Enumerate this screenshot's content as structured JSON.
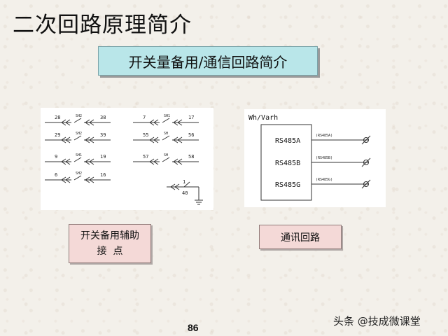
{
  "page": {
    "title": "二次回路原理简介",
    "subtitle": "开关量备用/通信回路简介",
    "page_number": "86",
    "watermark": "头条 @技成微课堂"
  },
  "left_diagram": {
    "contacts": [
      {
        "left": "28",
        "tag": "SH2",
        "right": "38"
      },
      {
        "left": "29",
        "tag": "SH2",
        "right": "39"
      },
      {
        "left": "9",
        "tag": "SH1",
        "right": "19"
      },
      {
        "left": "6",
        "tag": "SH2",
        "right": "16"
      },
      {
        "left": "7",
        "tag": "SH1",
        "right": "17"
      },
      {
        "left": "55",
        "tag": "SH",
        "right": "56"
      },
      {
        "left": "57",
        "tag": "SH",
        "right": "58"
      }
    ],
    "ground": {
      "top": "1",
      "bottom": "40"
    }
  },
  "right_diagram": {
    "header": "Wh/Varh",
    "ports": [
      {
        "name": "RS485A",
        "tag": "(RS485A)"
      },
      {
        "name": "RS485B",
        "tag": "(RS485B)"
      },
      {
        "name": "RS485G",
        "tag": "(RS485G)"
      }
    ]
  },
  "captions": {
    "left_line1": "开关备用辅助",
    "left_line2": "接  点",
    "right": "通讯回路"
  }
}
